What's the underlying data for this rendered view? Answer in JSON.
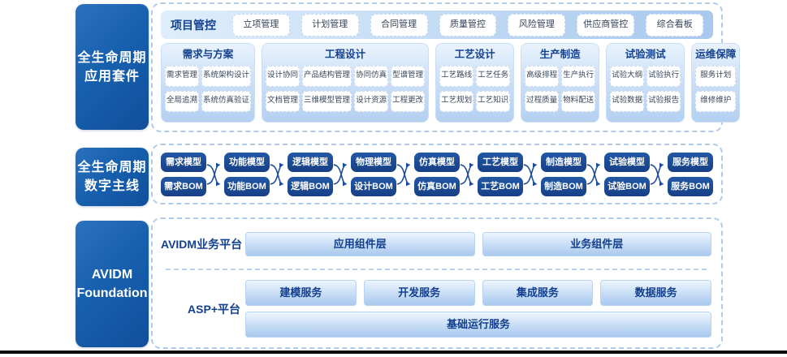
{
  "colors": {
    "side_box_blue": "#1760ae",
    "chip_navy": "#1b4c97",
    "navy_text": "#13418f",
    "container_border_blue": "#aecbec"
  },
  "suite": {
    "side_label": [
      "全生命周期",
      "应用套件"
    ],
    "project_bar": {
      "label": "项目管控",
      "buttons": [
        "立项管理",
        "计划管理",
        "合同管理",
        "质量管控",
        "风险管理",
        "供应商管控",
        "综合看板"
      ]
    },
    "columns": [
      {
        "title": "需求与方案",
        "row1": [
          "需求管理",
          "系统架构设计"
        ],
        "row2": [
          "全局追溯",
          "系统仿真验证"
        ]
      },
      {
        "title": "工程设计",
        "row1": [
          "设计协同",
          "产品结构管理",
          "协同仿真",
          "型谱管理"
        ],
        "row2": [
          "文档管理",
          "三维模型管理",
          "设计资源",
          "工程更改"
        ]
      },
      {
        "title": "工艺设计",
        "row1": [
          "工艺路线",
          "工艺任务"
        ],
        "row2": [
          "工艺规划",
          "工艺知识"
        ]
      },
      {
        "title": "生产制造",
        "row1": [
          "高级排程",
          "生产执行"
        ],
        "row2": [
          "过程质量",
          "物料配送"
        ]
      },
      {
        "title": "试验测试",
        "row1": [
          "试验大纲",
          "试验执行"
        ],
        "row2": [
          "试验数据",
          "试验报告"
        ]
      },
      {
        "title": "运维保障",
        "row1": [
          "服务计划"
        ],
        "row2": [
          "维修维护"
        ]
      }
    ]
  },
  "thread": {
    "side_label": [
      "全生命周期",
      "数字主线"
    ],
    "pairs": [
      {
        "model": "需求模型",
        "bom": "需求BOM"
      },
      {
        "model": "功能模型",
        "bom": "功能BOM"
      },
      {
        "model": "逻辑模型",
        "bom": "逻辑BOM"
      },
      {
        "model": "物理模型",
        "bom": "设计BOM"
      },
      {
        "model": "仿真模型",
        "bom": "仿真BOM"
      },
      {
        "model": "工艺模型",
        "bom": "工艺BOM"
      },
      {
        "model": "制造模型",
        "bom": "制造BOM"
      },
      {
        "model": "试验模型",
        "bom": "试验BOM"
      },
      {
        "model": "服务模型",
        "bom": "服务BOM"
      }
    ]
  },
  "foundation": {
    "side_label": [
      "AVIDM",
      "Foundation"
    ],
    "business_platform": {
      "label": "AVIDM业务平台",
      "boxes": [
        "应用组件层",
        "业务组件层"
      ]
    },
    "asp_platform": {
      "label": "ASP+平台",
      "services": [
        "建模服务",
        "开发服务",
        "集成服务",
        "数据服务"
      ],
      "base": "基础运行服务"
    }
  }
}
